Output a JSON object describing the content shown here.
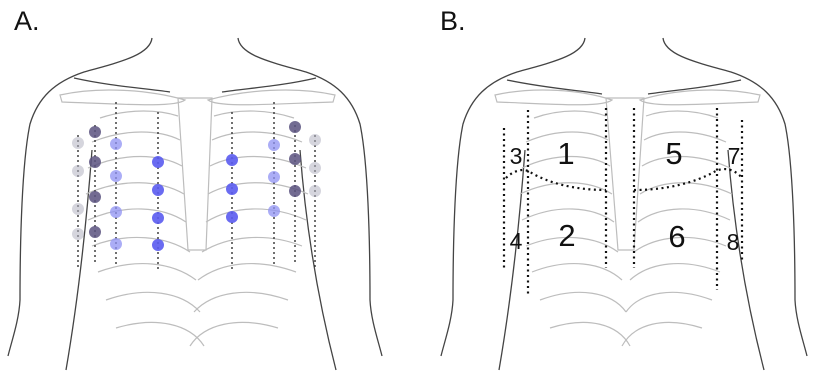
{
  "panels": {
    "a": {
      "label": "A."
    },
    "b": {
      "label": "B."
    }
  },
  "zones": [
    "1",
    "2",
    "3",
    "4",
    "5",
    "6",
    "7",
    "8"
  ],
  "colors": {
    "outline": "#444444",
    "ribs": "#bdbdbd",
    "probe_blue": "#5a5cf0",
    "probe_light_blue": "#8f92f4",
    "probe_dark": "#5b5380",
    "probe_gray": "#b3b3c2",
    "divider": "#111111"
  }
}
